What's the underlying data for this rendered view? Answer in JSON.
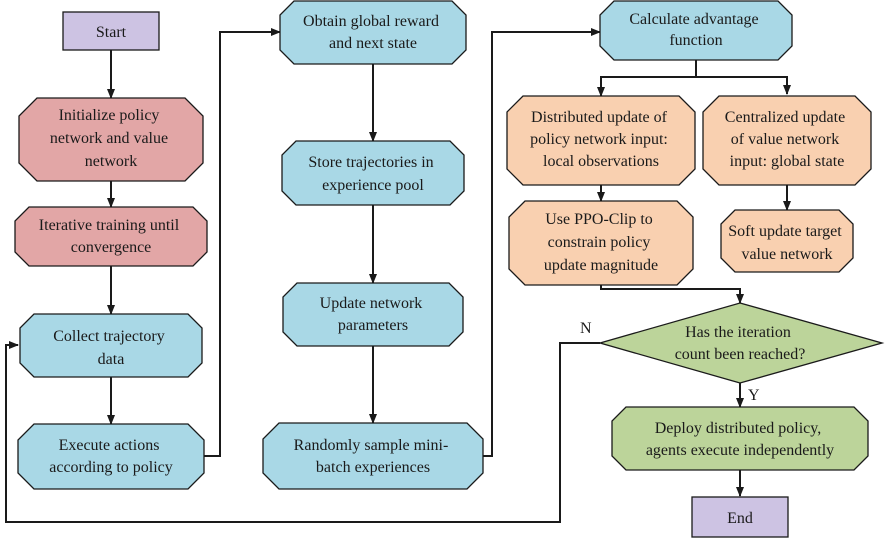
{
  "colors": {
    "terminal": "#cdc3e3",
    "init": "#e2a6a6",
    "collect": "#a9d8e6",
    "update": "#f9d0b0",
    "decision": "#bcd49a",
    "deploy": "#bcd49a",
    "line": "#1a1a1a"
  },
  "nodes": {
    "start": {
      "lines": [
        "Start"
      ]
    },
    "init": {
      "lines": [
        "Initialize policy",
        "network and value",
        "network"
      ]
    },
    "iterative": {
      "lines": [
        "Iterative training until",
        "convergence"
      ]
    },
    "collect": {
      "lines": [
        "Collect trajectory",
        "data"
      ]
    },
    "execute": {
      "lines": [
        "Execute actions",
        "according to policy"
      ]
    },
    "obtain": {
      "lines": [
        "Obtain global reward",
        "and next state"
      ]
    },
    "store": {
      "lines": [
        "Store trajectories in",
        "experience pool"
      ]
    },
    "update_params": {
      "lines": [
        "Update network",
        "parameters"
      ]
    },
    "sample": {
      "lines": [
        "Randomly sample mini-",
        "batch experiences"
      ]
    },
    "advantage": {
      "lines": [
        "Calculate advantage",
        "function"
      ]
    },
    "dist_update": {
      "lines": [
        "Distributed update of",
        "policy network input:",
        "local observations"
      ]
    },
    "central_update": {
      "lines": [
        "Centralized update",
        "of value network",
        "input: global state"
      ]
    },
    "ppo_clip": {
      "lines": [
        "Use PPO-Clip to",
        "constrain policy",
        "update magnitude"
      ]
    },
    "soft_update": {
      "lines": [
        "Soft update target",
        "value network"
      ]
    },
    "decision": {
      "lines": [
        "Has the iteration",
        "count been reached?"
      ]
    },
    "deploy": {
      "lines": [
        "Deploy distributed policy,",
        "agents execute independently"
      ]
    },
    "end": {
      "lines": [
        "End"
      ]
    }
  },
  "edge_labels": {
    "no": "N",
    "yes": "Y"
  }
}
